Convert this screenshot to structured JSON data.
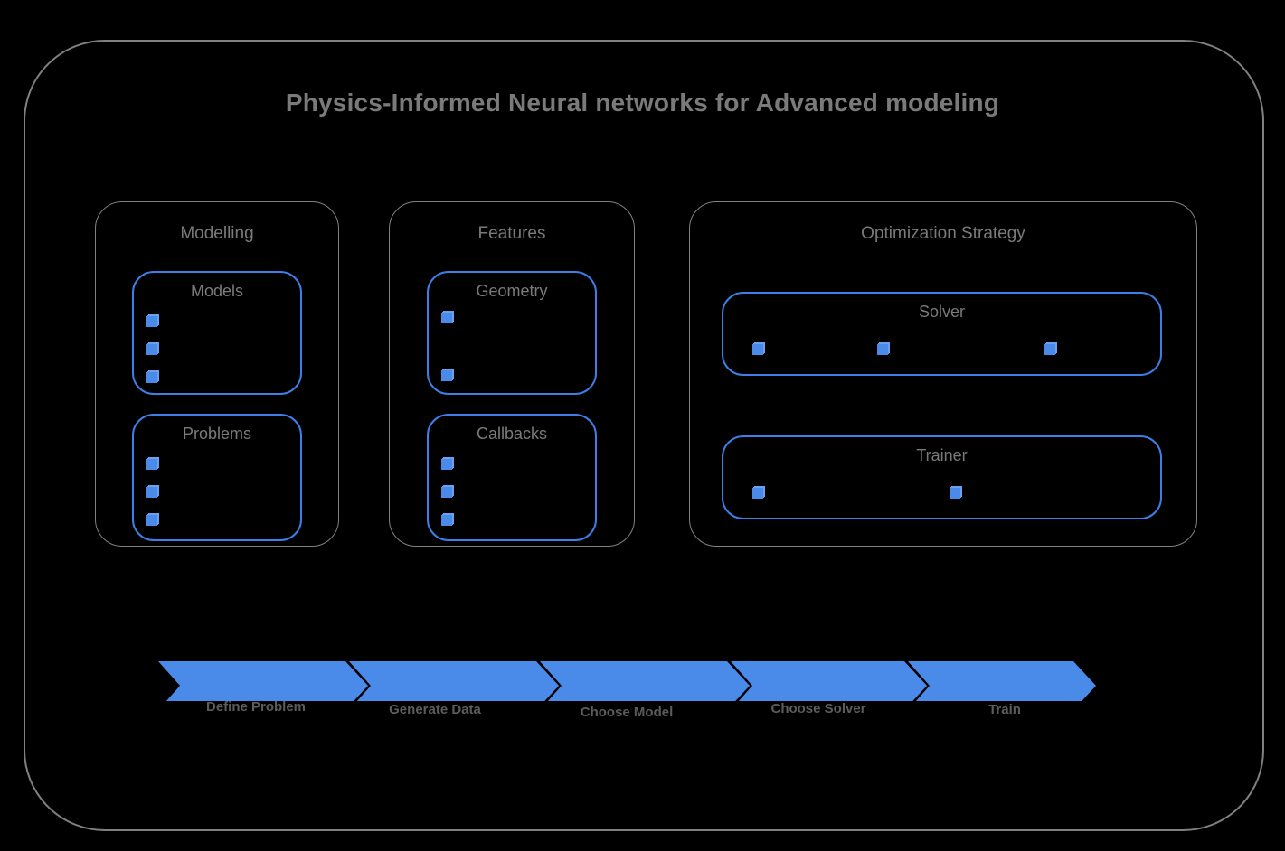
{
  "diagram": {
    "title": "Physics-Informed Neural networks for Advanced modeling",
    "accent_color": "#4a8ae8",
    "border_color": "#808080",
    "text_color": "#7a7a7a",
    "background_color": "#000000"
  },
  "groups": [
    {
      "id": "modelling",
      "title": "Modelling",
      "cards": [
        {
          "id": "models",
          "title": "Models",
          "bullet_count": 3,
          "bullet_layout": "vertical"
        },
        {
          "id": "problems",
          "title": "Problems",
          "bullet_count": 3,
          "bullet_layout": "vertical"
        }
      ]
    },
    {
      "id": "features",
      "title": "Features",
      "cards": [
        {
          "id": "geometry",
          "title": "Geometry",
          "bullet_count": 2,
          "bullet_layout": "vertical"
        },
        {
          "id": "callbacks",
          "title": "Callbacks",
          "bullet_count": 3,
          "bullet_layout": "vertical"
        }
      ]
    },
    {
      "id": "optimization",
      "title": "Optimization Strategy",
      "cards": [
        {
          "id": "solver",
          "title": "Solver",
          "bullet_count": 3,
          "bullet_layout": "horizontal"
        },
        {
          "id": "trainer",
          "title": "Trainer",
          "bullet_count": 2,
          "bullet_layout": "horizontal"
        }
      ]
    }
  ],
  "workflow": {
    "steps": [
      {
        "label": "Define Problem"
      },
      {
        "label": "Generate Data"
      },
      {
        "label": "Choose Model"
      },
      {
        "label": "Choose Solver"
      },
      {
        "label": "Train"
      }
    ]
  }
}
